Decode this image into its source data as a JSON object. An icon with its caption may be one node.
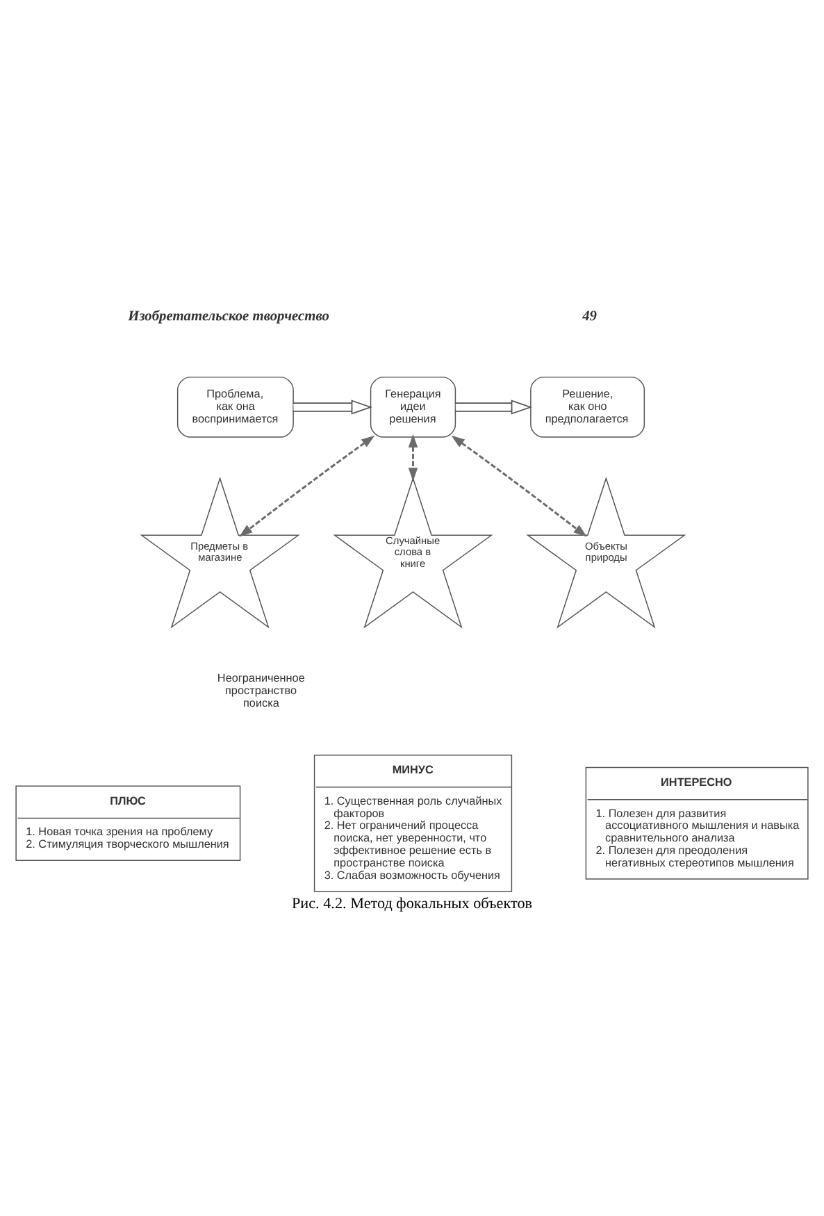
{
  "diagram": {
    "caption": "Рис. 4.2. Метод фокальных объектов",
    "nodes": [
      {
        "text": [
          "Проблема, как она воспринимается"
        ]
      },
      {
        "text": [
          "Генерация идеи решения"
        ]
      },
      {
        "text": [
          "Решение, как оно предполагается"
        ]
      },
      {
        "text": [
          "Предметы в магазине"
        ]
      },
      {
        "text": [
          "Случайные слова в книге"
        ]
      },
      {
        "text": [
          "Объекты природы"
        ]
      },
      {
        "text": [
          "ПЛЮС",
          "1. Новая точка зрения на проблему",
          "2. Стимуляция творческого мышления"
        ]
      },
      {
        "text": [
          "МИНУС",
          "1. Существенная роль случайных факторов",
          "2. Нет ограничений процесса поиска, нет уверенности, что эффективное решение есть в пространстве поиска",
          "3. Слабая возможность обучения"
        ]
      },
      {
        "text": [
          "ИНТЕРЕСНО",
          "1. Полезен для развития ассоциативного мышления и навыка сравнительного анализа",
          "2. Полезен для преодоления негативных стереотипов мышления"
        ]
      }
    ],
    "edges": [
      {
        "from": 0,
        "to": 1,
        "arrow": "to"
      },
      {
        "from": 1,
        "to": 2,
        "arrow": "to"
      },
      {
        "from": 1,
        "to": 3,
        "arrow": "both",
        "style": "dashed"
      },
      {
        "from": 1,
        "to": 4,
        "arrow": "both",
        "style": "dashed"
      },
      {
        "from": 1,
        "to": 5,
        "arrow": "both",
        "style": "dashed"
      }
    ],
    "labels": [
      "Изобретательское творчество",
      "49",
      "Неограниченное пространство поиска"
    ]
  }
}
